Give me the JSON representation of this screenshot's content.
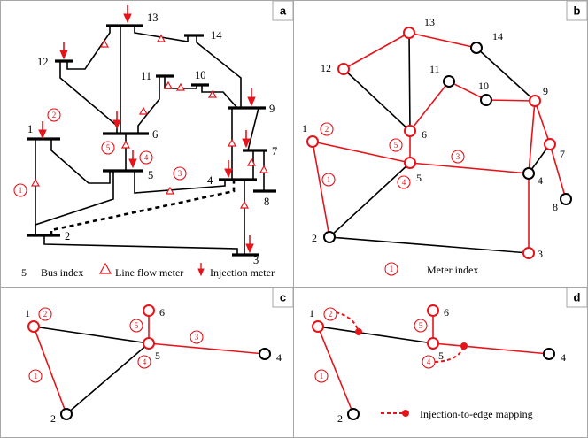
{
  "panels": {
    "a": "a",
    "b": "b",
    "c": "c",
    "d": "d"
  },
  "panel_a": {
    "bus_labels": {
      "b1": "1",
      "b2": "2",
      "b3": "3",
      "b4": "4",
      "b5": "5",
      "b6": "6",
      "b7": "7",
      "b8": "8",
      "b9": "9",
      "b10": "10",
      "b11": "11",
      "b12": "12",
      "b13": "13",
      "b14": "14"
    },
    "meters": {
      "m1": "1",
      "m2": "2",
      "m3": "3",
      "m4": "4",
      "m5": "5"
    },
    "legend": {
      "bus_index_num": "5",
      "bus_index": "Bus index",
      "line_flow": "Line flow meter",
      "injection": "Injection meter"
    }
  },
  "panel_b": {
    "node_labels": {
      "n1": "1",
      "n2": "2",
      "n3": "3",
      "n4": "4",
      "n5": "5",
      "n6": "6",
      "n7": "7",
      "n8": "8",
      "n9": "9",
      "n10": "10",
      "n11": "11",
      "n12": "12",
      "n13": "13",
      "n14": "14"
    },
    "meters": {
      "m1": "1",
      "m2": "2",
      "m3": "3",
      "m4": "4",
      "m5": "5"
    },
    "legend": {
      "meter_num": "1",
      "meter_index": "Meter index"
    }
  },
  "panel_c": {
    "node_labels": {
      "n1": "1",
      "n2": "2",
      "n4": "4",
      "n5": "5",
      "n6": "6"
    },
    "meters": {
      "m1": "1",
      "m2": "2",
      "m3": "3",
      "m4": "4",
      "m5": "5"
    }
  },
  "panel_d": {
    "node_labels": {
      "n1": "1",
      "n2": "2",
      "n4": "4",
      "n5": "5",
      "n6": "6"
    },
    "meters": {
      "m1": "1",
      "m2": "2",
      "m4": "4",
      "m5": "5"
    },
    "legend": {
      "mapping": "Injection-to-edge mapping"
    }
  },
  "colors": {
    "red": "#e5141b",
    "black": "#000000",
    "border": "#a6a6a6"
  }
}
